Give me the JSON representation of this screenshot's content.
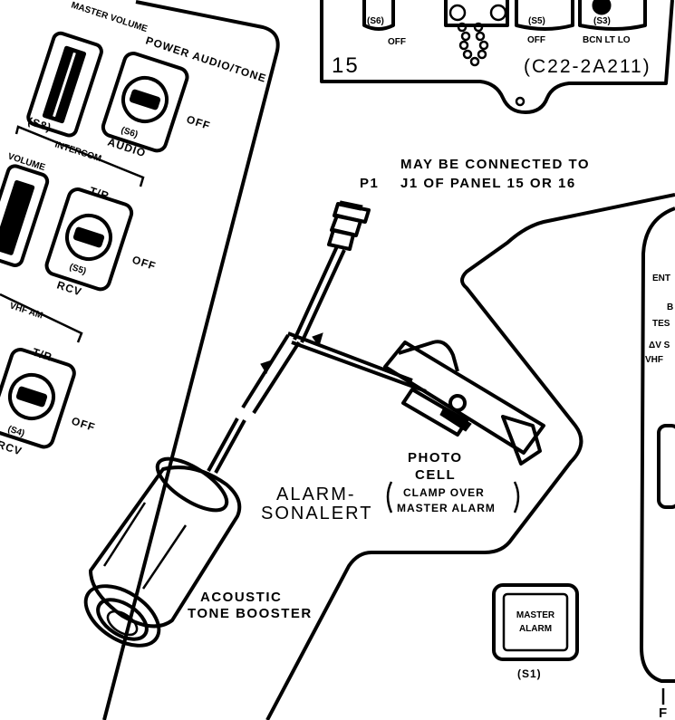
{
  "left_panel": {
    "master_volume": "MASTER VOLUME",
    "ref_s8": "(S8)",
    "power_audio_tone": "POWER AUDIO/TONE",
    "ref_s6": "(S6)",
    "audio": "AUDIO",
    "off_1": "OFF",
    "intercom": "INTERCOM",
    "volume": "VOLUME",
    "tr_1": "T/R",
    "ref_s5": "(S5)",
    "off_2": "OFF",
    "rcv_1": "RCV",
    "vhf_am": "VHF AM",
    "tr_2": "T/R",
    "ref_s4": "(S4)",
    "off_3": "OFF",
    "rcv_2": "RCV"
  },
  "top_panel": {
    "number": "15",
    "part_number": "(C22-2A211)",
    "ref_s6": "(S6)",
    "ref_s5": "(S5)",
    "ref_s3": "(S3)",
    "off_1": "OFF",
    "off_2": "OFF",
    "bcn_lt_lo": "BCN LT LO"
  },
  "connector_note": {
    "line_1": "MAY BE CONNECTED TO",
    "line_2": "J1 OF PANEL 15 OR 16"
  },
  "labels": {
    "p1": "P1",
    "alarm_line_1": "ALARM-",
    "alarm_line_2": "SONALERT",
    "photo_cell_1": "PHOTO",
    "photo_cell_2": "CELL",
    "clamp_1": "CLAMP OVER",
    "clamp_2": "MASTER ALARM",
    "acoustic_1": "ACOUSTIC",
    "acoustic_2": "TONE BOOSTER",
    "master_alarm_1": "MASTER",
    "master_alarm_2": "ALARM",
    "switch_ref": "(S1)"
  },
  "right_panel": {
    "ent": "ENT",
    "b": "B",
    "tes": "TES",
    "dv_s": "ΔV S",
    "vhf": "VHF",
    "f": "F"
  }
}
